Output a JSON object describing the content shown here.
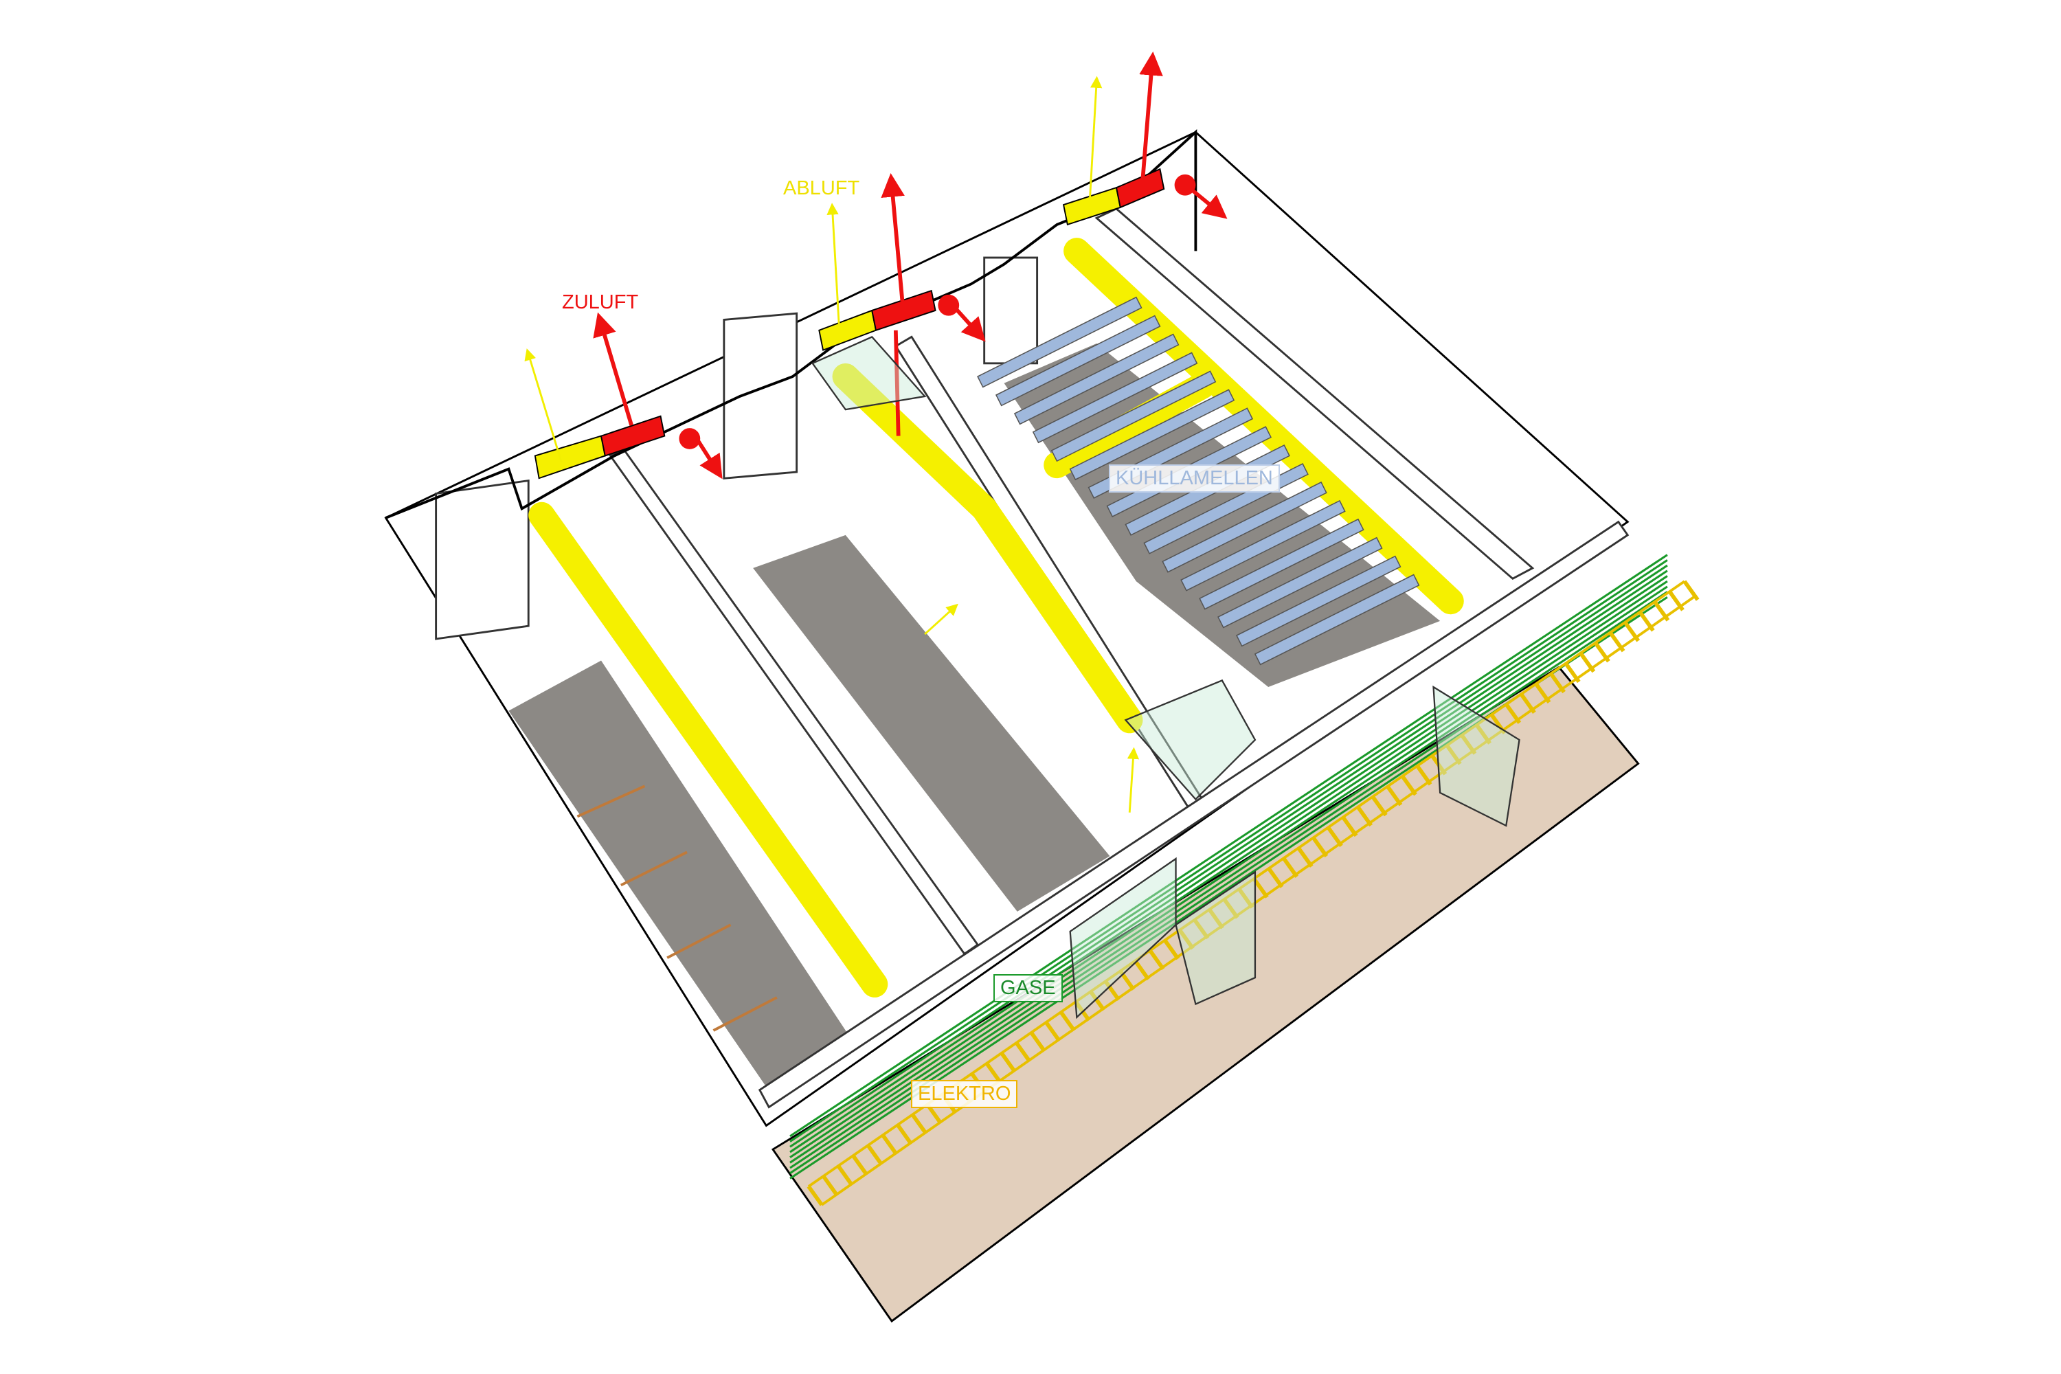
{
  "labels": {
    "zuluft": "ZULUFT",
    "abluft": "ABLUFT",
    "kuehllamellen": "KÜHLLAMELLEN",
    "gase": "GASE",
    "elektro": "ELEKTRO"
  },
  "colors": {
    "zuluft": "#ee1111",
    "abluft": "#f2ee00",
    "kuehllamellen": "#9fb8dc",
    "gase": "#1a9a2a",
    "elektro": "#f0b400",
    "ground": "#e2cfbc",
    "floor": "#8c8985"
  }
}
